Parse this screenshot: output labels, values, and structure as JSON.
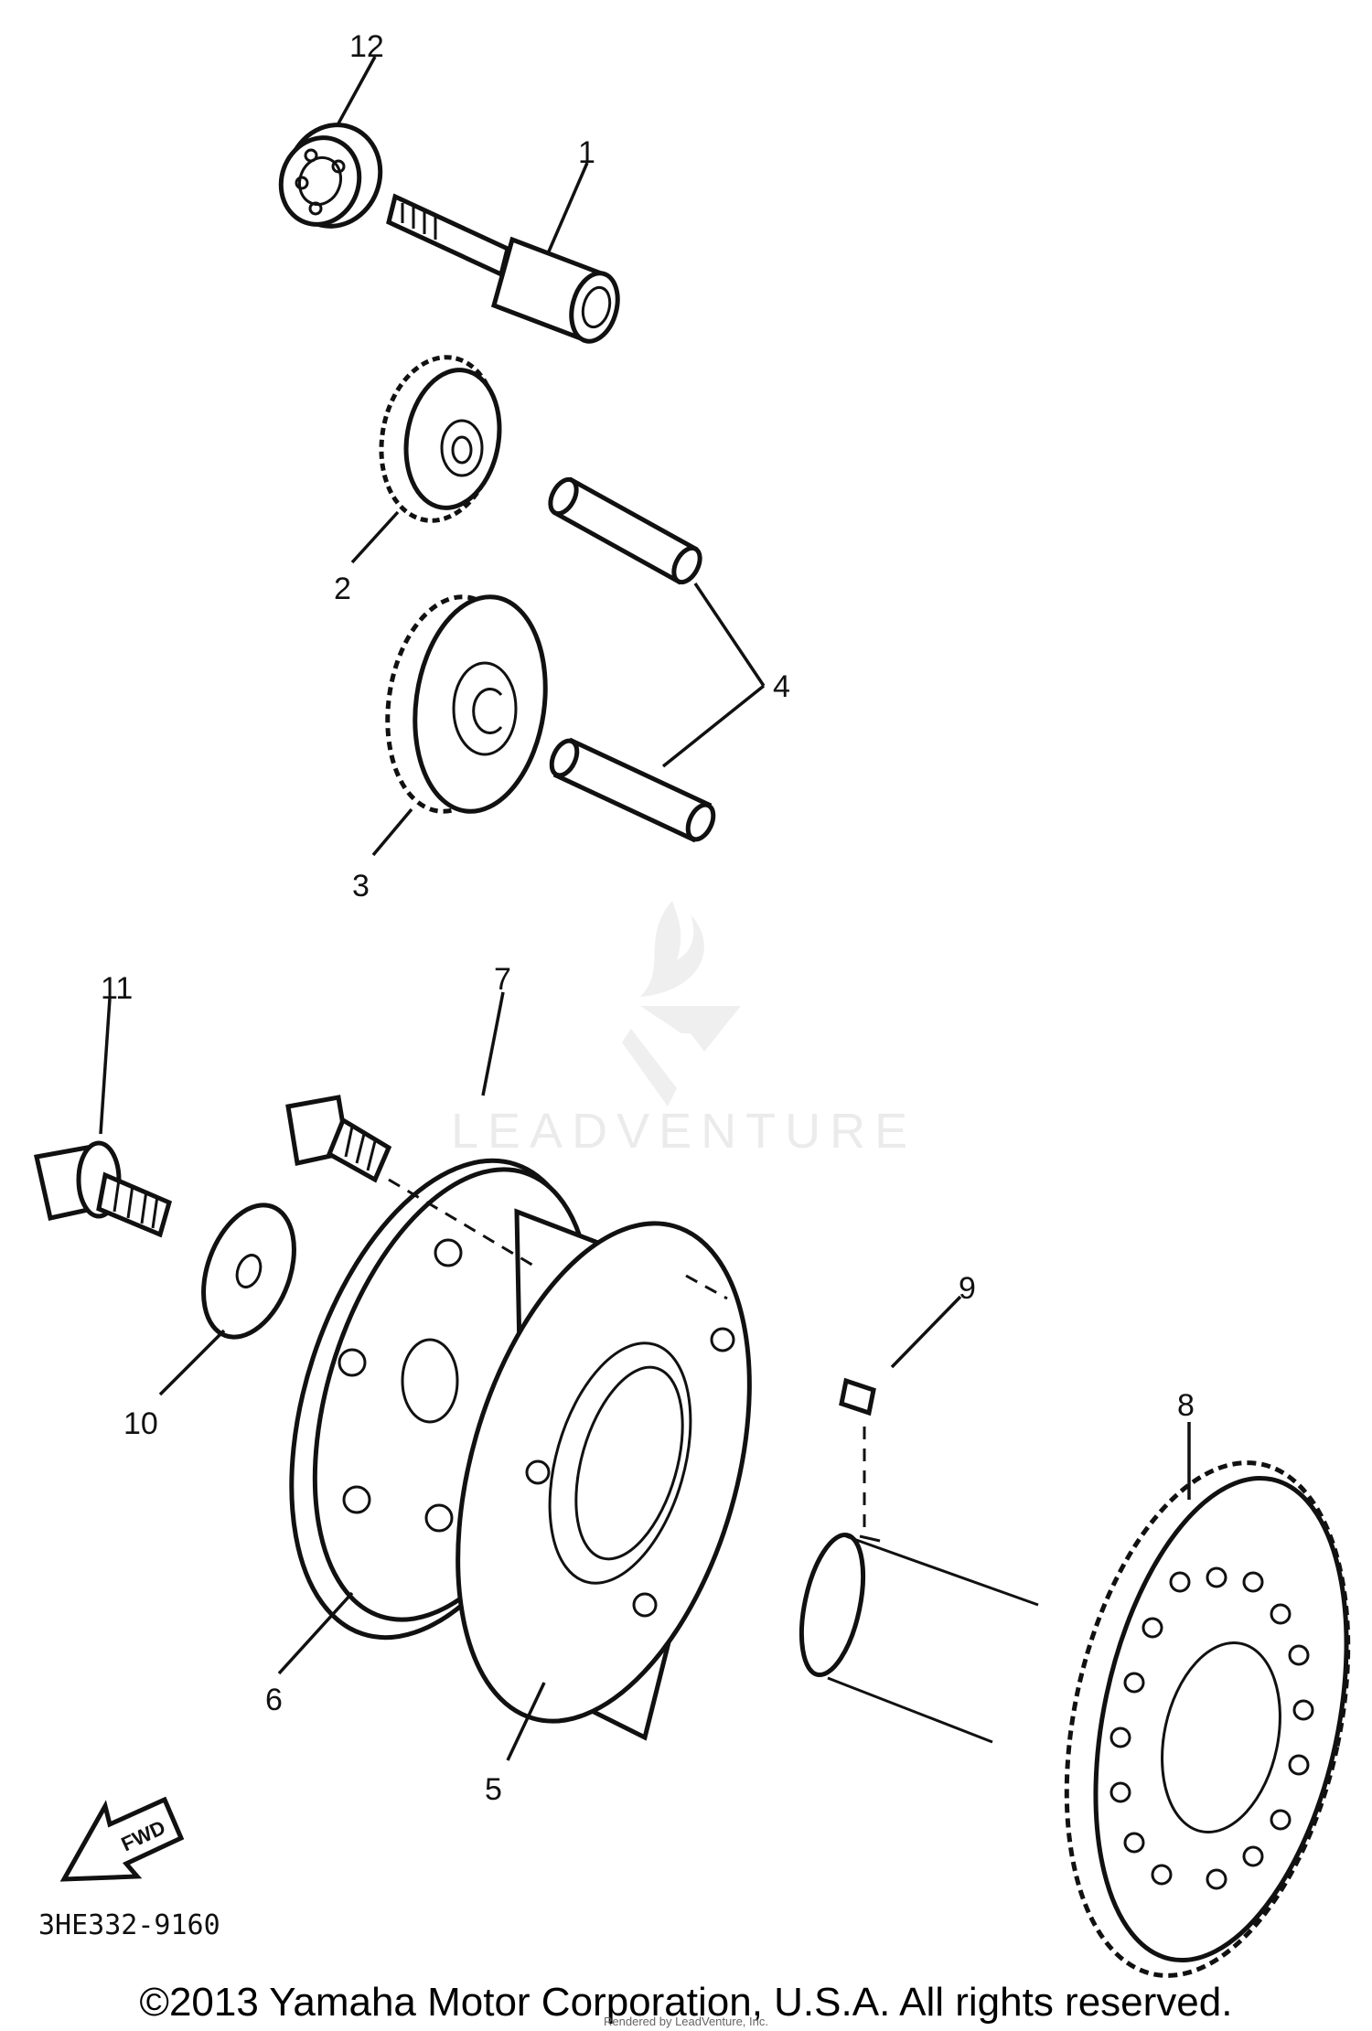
{
  "callouts": [
    "1",
    "2",
    "3",
    "4",
    "5",
    "6",
    "7",
    "8",
    "9",
    "10",
    "11",
    "12"
  ],
  "fwd_label": "FWD",
  "drawing_code": "3HE332-9160",
  "watermark": "LEADVENTURE",
  "copyright": "©2013 Yamaha Motor Corporation, U.S.A. All rights reserved.",
  "rendered_note": "Rendered by LeadVenture, Inc."
}
